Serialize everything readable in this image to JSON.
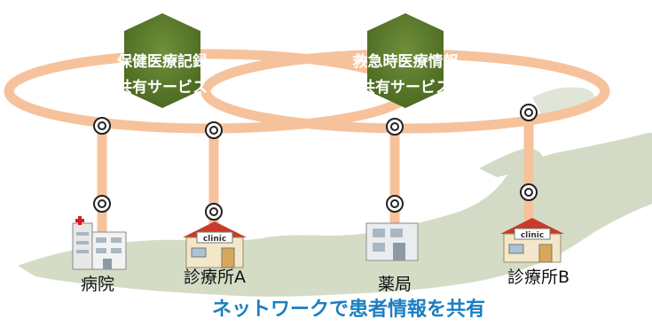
{
  "services": [
    {
      "line1": "保健医療記録",
      "line2": "共有サービス"
    },
    {
      "line1": "救急時医療情報",
      "line2": "共有サービス"
    }
  ],
  "facilities": [
    {
      "label": "病院",
      "icon": "hospital-icon"
    },
    {
      "label": "診療所A",
      "icon": "clinic-icon",
      "sign": "clinic"
    },
    {
      "label": "薬局",
      "icon": "pharmacy-icon"
    },
    {
      "label": "診療所B",
      "icon": "clinic-icon",
      "sign": "clinic"
    }
  ],
  "caption": "ネットワークで患者情報を共有",
  "colors": {
    "ring": "#f6c29c",
    "hexagon": "#5b7a2c",
    "service_text": "#ffffff",
    "caption": "#1a7fc1",
    "map": "#cfd8c0",
    "label_text": "#111111"
  }
}
